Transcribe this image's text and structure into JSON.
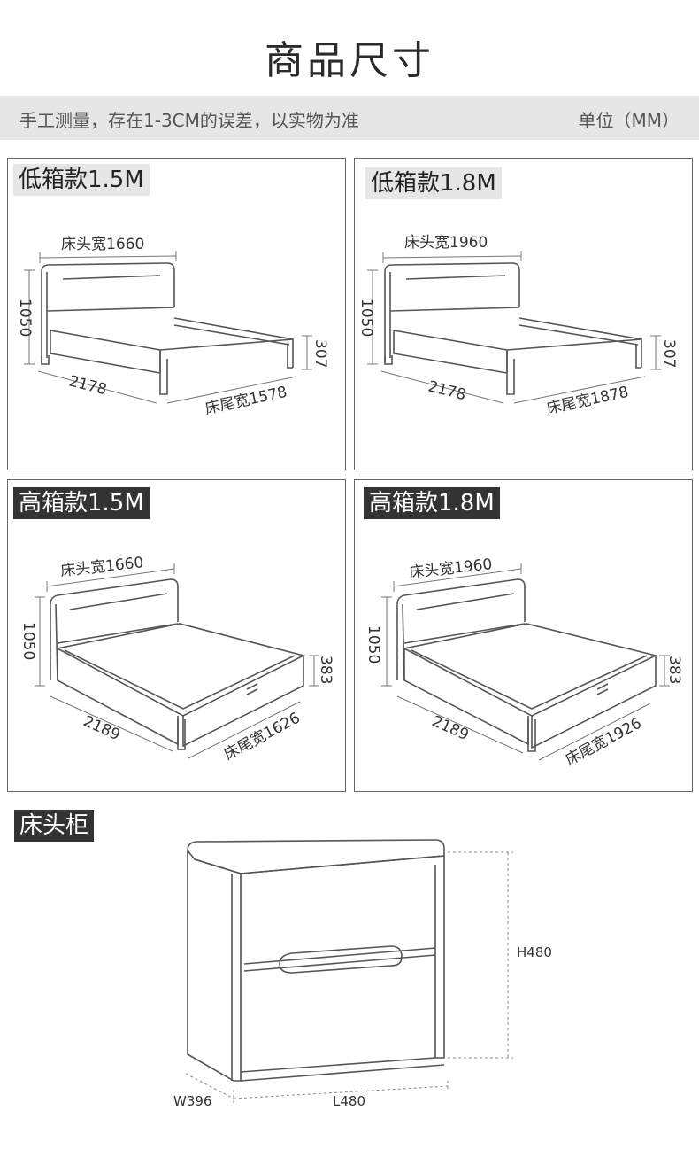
{
  "page": {
    "title": "商品尺寸",
    "note": "手工测量，存在1-3CM的误差，以实物为准",
    "unit": "单位（MM）"
  },
  "beds": [
    {
      "label": "低箱款1.5M",
      "head_width": "床头宽1660",
      "height": "1050",
      "length": "2178",
      "foot_width": "床尾宽1578",
      "frame_height": "307"
    },
    {
      "label": "低箱款1.8M",
      "head_width": "床头宽1960",
      "height": "1050",
      "length": "2178",
      "foot_width": "床尾宽1878",
      "frame_height": "307"
    },
    {
      "label": "高箱款1.5M",
      "head_width": "床头宽1660",
      "height": "1050",
      "length": "2189",
      "foot_width": "床尾宽1626",
      "frame_height": "383"
    },
    {
      "label": "高箱款1.8M",
      "head_width": "床头宽1960",
      "height": "1050",
      "length": "2189",
      "foot_width": "床尾宽1926",
      "frame_height": "383"
    }
  ],
  "nightstand": {
    "label": "床头柜",
    "height": "H480",
    "depth": "W396",
    "length": "L480"
  }
}
